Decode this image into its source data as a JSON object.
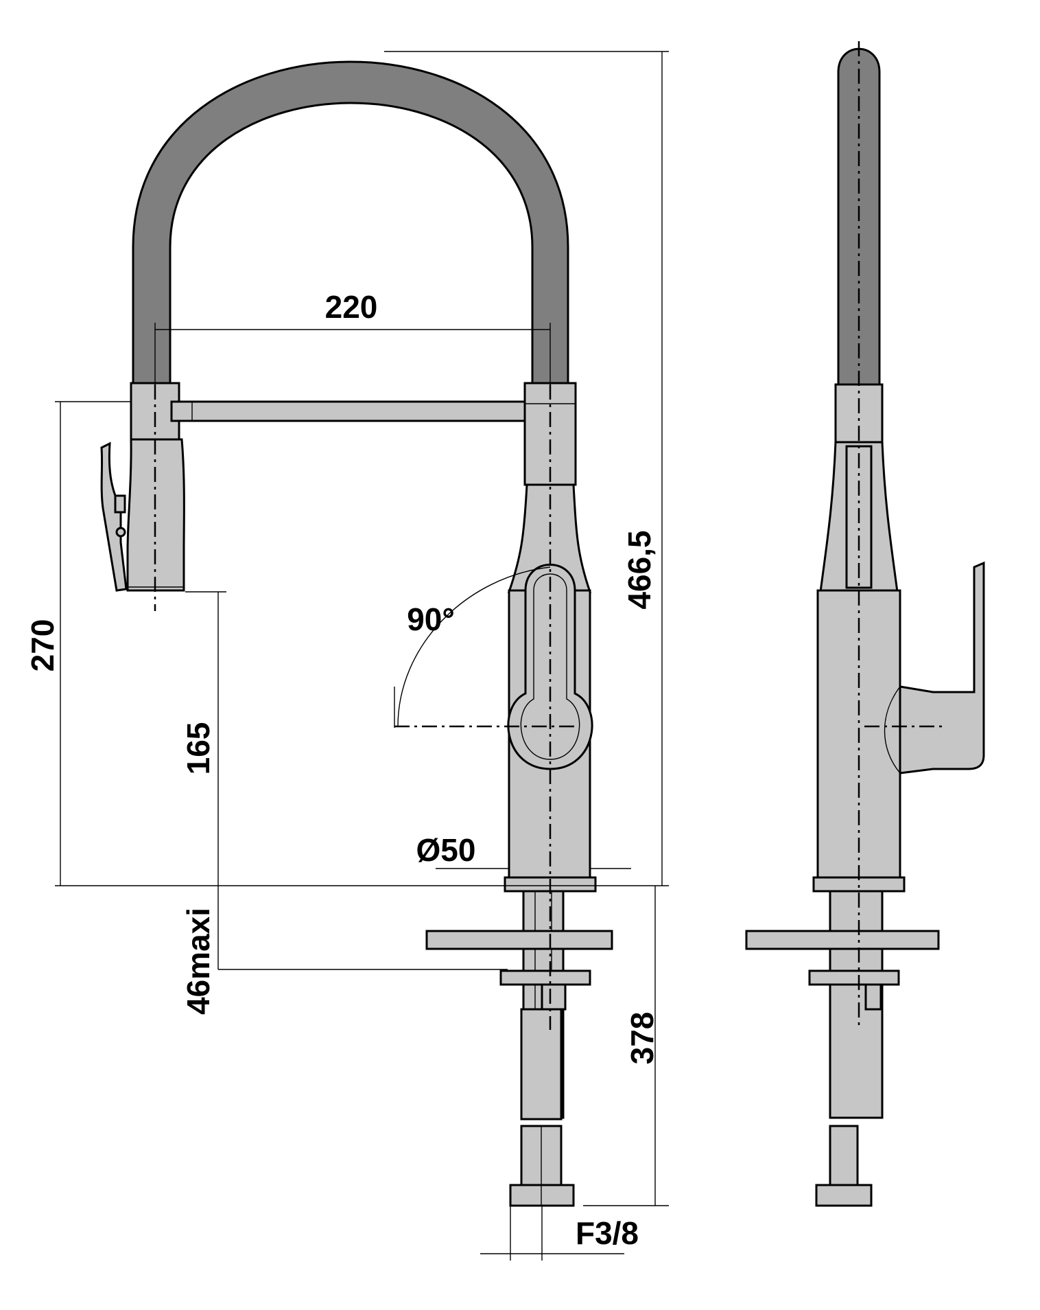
{
  "dimensions": {
    "spout_reach": "220",
    "total_height": "466,5",
    "outlet_height": "270",
    "outlet_clearance": "165",
    "max_deck_thickness": "46maxi",
    "shank_length": "378",
    "body_diameter": "Ø50",
    "lever_rotation": "90°",
    "connection": "F3/8"
  },
  "colors": {
    "hose": "#7f7f7f",
    "body": "#c6c6c6",
    "lines": "#000000"
  }
}
